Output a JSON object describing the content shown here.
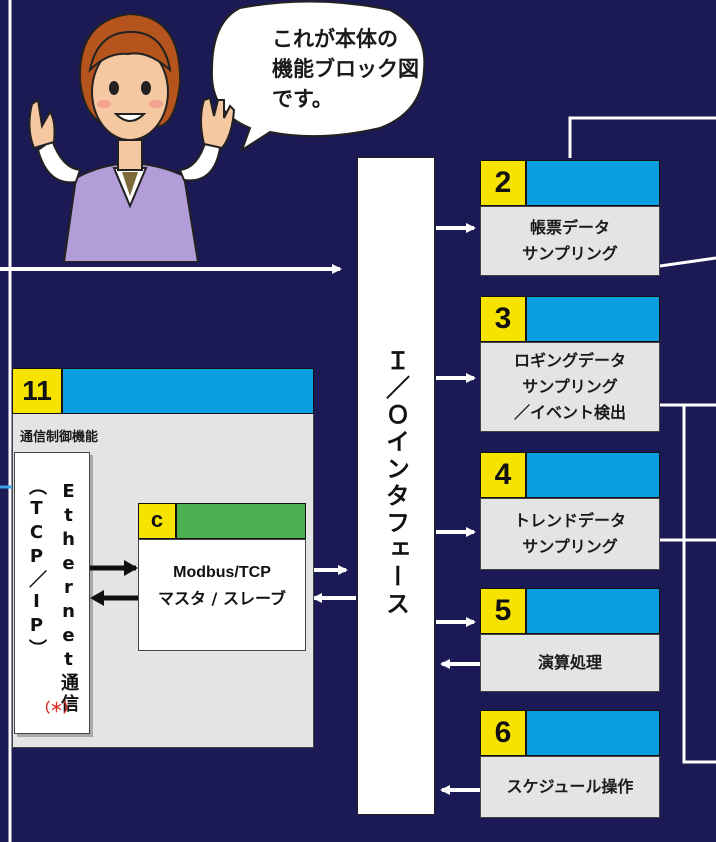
{
  "colors": {
    "background": "#1c1a55",
    "module_header": "#0a9ee0",
    "module_number": "#f6e400",
    "module_body": "#e4e4e4",
    "c_header": "#4caf50",
    "arrow": "#ffffff",
    "black_arrow": "#111111",
    "note_red": "#e0302a"
  },
  "speech_bubble": {
    "line1": "これが本体の",
    "line2": "機能ブロック図",
    "line3": "です。"
  },
  "illustration": {
    "icon": "presenter-woman-icon"
  },
  "io_interface": {
    "label": "Ｉ／Ｏインタフェース"
  },
  "modules": [
    {
      "number": "2",
      "lines": [
        "帳票データ",
        "サンプリング"
      ]
    },
    {
      "number": "3",
      "lines": [
        "ロギングデータ",
        "サンプリング",
        "／イベント検出"
      ]
    },
    {
      "number": "4",
      "lines": [
        "トレンドデータ",
        "サンプリング"
      ]
    },
    {
      "number": "5",
      "lines": [
        "演算処理"
      ]
    },
    {
      "number": "6",
      "lines": [
        "スケジュール操作"
      ]
    }
  ],
  "comm_module": {
    "number": "11",
    "title": "通信制御機能",
    "ethernet_label": "Ethernet通信",
    "tcpip_label": "（TCP／IP）",
    "note": "（＊）",
    "sub": {
      "letter": "c",
      "line1": "Modbus/TCP",
      "line2": "マスタ / スレーブ"
    }
  }
}
